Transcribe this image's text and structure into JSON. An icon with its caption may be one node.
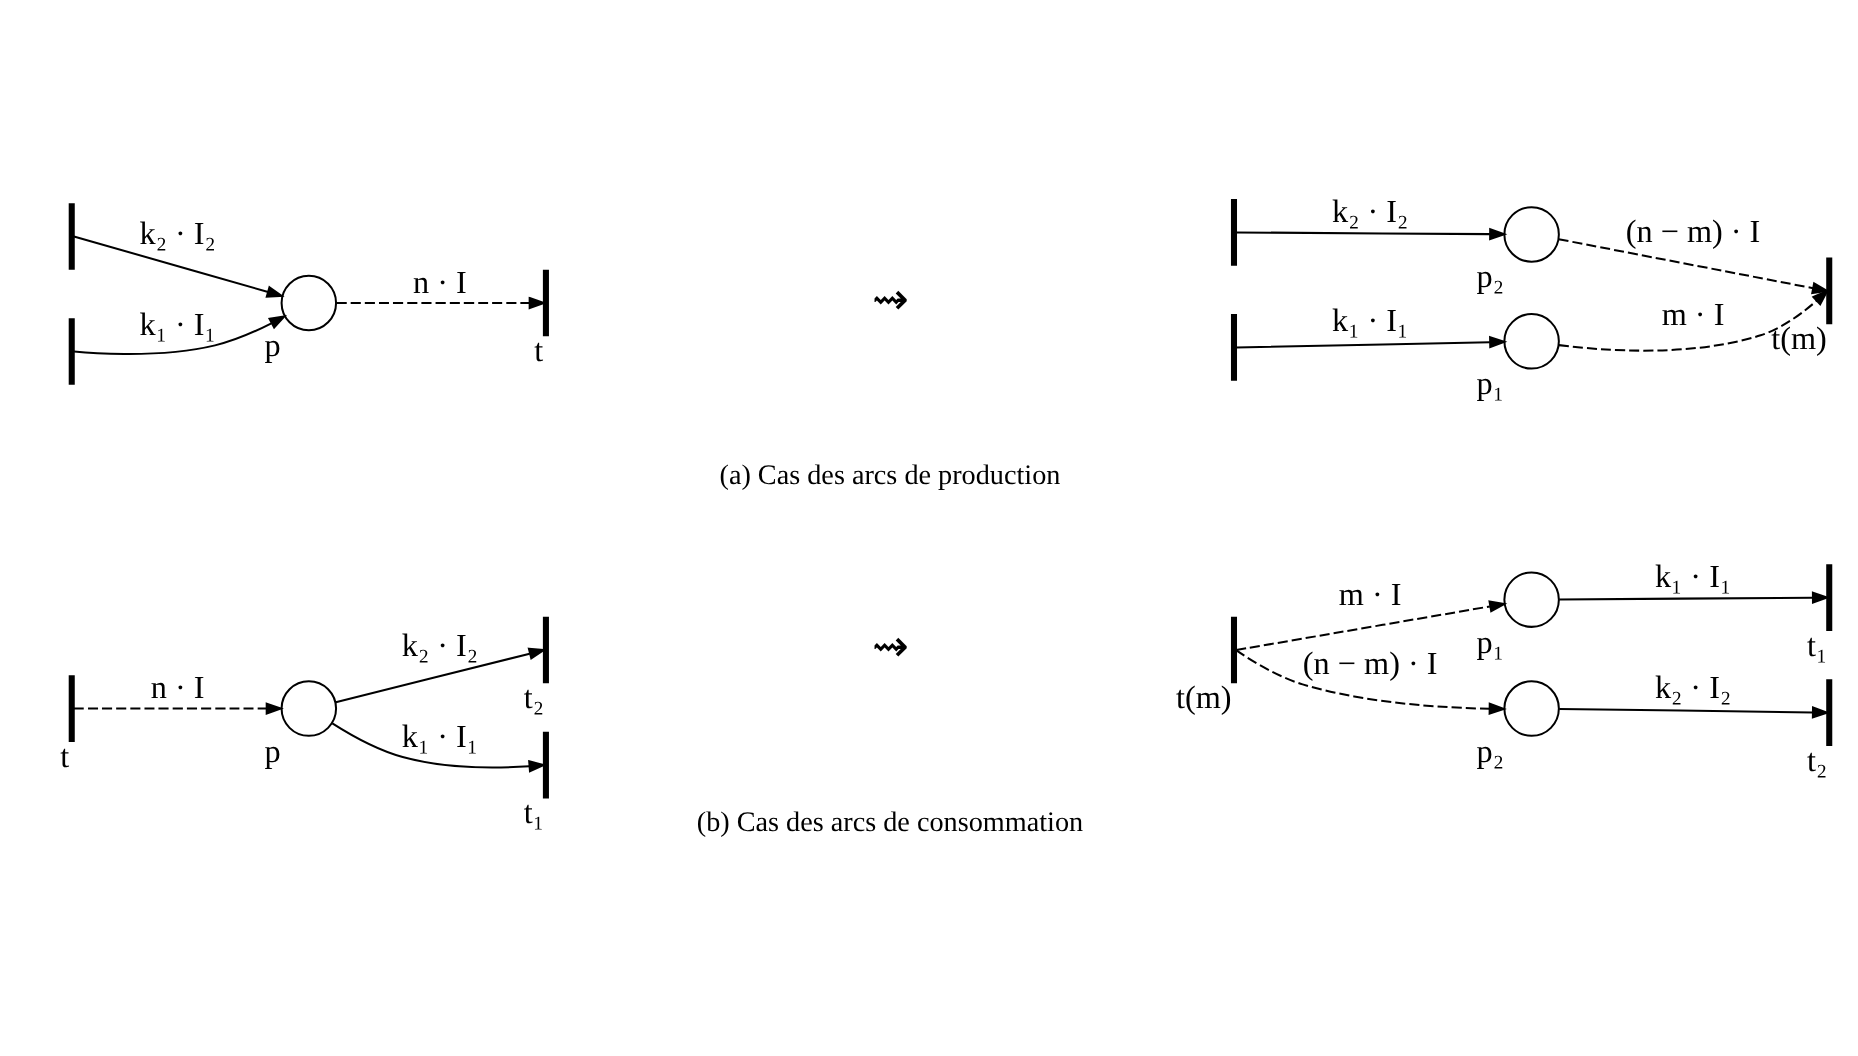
{
  "diagram": {
    "nodes": [
      {
        "text": [],
        "shape": "bar"
      },
      {
        "text": [],
        "shape": "bar"
      },
      {
        "text": [],
        "shape": "circle",
        "beside": [
          "p"
        ]
      },
      {
        "text": [],
        "shape": "bar",
        "beside": [
          "t"
        ]
      },
      {
        "text": [],
        "shape": "bar"
      },
      {
        "text": [],
        "shape": "bar"
      },
      {
        "text": [],
        "shape": "circle",
        "beside": [
          "p₁"
        ]
      },
      {
        "text": [],
        "shape": "circle",
        "beside": [
          "p₂"
        ]
      },
      {
        "text": [],
        "shape": "bar",
        "beside": [
          "t(m)"
        ]
      },
      {
        "text": [],
        "shape": "bar",
        "beside": [
          "t"
        ]
      },
      {
        "text": [],
        "shape": "circle",
        "beside": [
          "p"
        ]
      },
      {
        "text": [],
        "shape": "bar",
        "beside": [
          "t₁"
        ]
      },
      {
        "text": [],
        "shape": "bar",
        "beside": [
          "t₂"
        ]
      },
      {
        "text": [],
        "shape": "bar",
        "beside": [
          "t(m)"
        ]
      },
      {
        "text": [],
        "shape": "circle",
        "beside": [
          "p₁"
        ]
      },
      {
        "text": [],
        "shape": "circle",
        "beside": [
          "p₂"
        ]
      },
      {
        "text": [],
        "shape": "bar",
        "beside": [
          "t₁"
        ]
      },
      {
        "text": [],
        "shape": "bar",
        "beside": [
          "t₂"
        ]
      }
    ],
    "edges": [
      {
        "from": 0,
        "to": 2,
        "arrow": "to",
        "label": "k₁ · I₁"
      },
      {
        "from": 1,
        "to": 2,
        "arrow": "to",
        "label": "k₂ · I₂"
      },
      {
        "from": 2,
        "to": 3,
        "arrow": "to",
        "label": "n · I",
        "style": "dashed"
      },
      {
        "from": 4,
        "to": 6,
        "arrow": "to",
        "label": "k₁ · I₁"
      },
      {
        "from": 5,
        "to": 7,
        "arrow": "to",
        "label": "k₂ · I₂"
      },
      {
        "from": 6,
        "to": 8,
        "arrow": "to",
        "label": "m · I",
        "style": "dashed"
      },
      {
        "from": 7,
        "to": 8,
        "arrow": "to",
        "label": "(n − m) · I",
        "style": "dashed"
      },
      {
        "from": 9,
        "to": 10,
        "arrow": "to",
        "label": "n · I",
        "style": "dashed"
      },
      {
        "from": 10,
        "to": 11,
        "arrow": "to",
        "label": "k₁ · I₁"
      },
      {
        "from": 10,
        "to": 12,
        "arrow": "to",
        "label": "k₂ · I₂"
      },
      {
        "from": 13,
        "to": 14,
        "arrow": "to",
        "label": "m · I",
        "style": "dashed"
      },
      {
        "from": 13,
        "to": 15,
        "arrow": "to",
        "label": "(n − m) · I",
        "style": "dashed"
      },
      {
        "from": 14,
        "to": 16,
        "arrow": "to",
        "label": "k₁ · I₁"
      },
      {
        "from": 15,
        "to": 17,
        "arrow": "to",
        "label": "k₂ · I₂"
      }
    ],
    "labels": [
      "⇝",
      "(a) Cas des arcs de production",
      "⇝",
      "(b) Cas des arcs de consommation"
    ]
  }
}
